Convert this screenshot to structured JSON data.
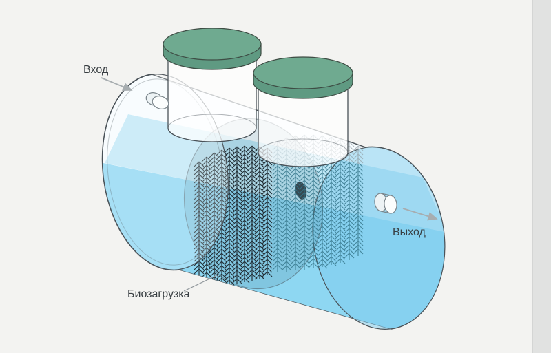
{
  "page": {
    "background": "#f3f3f1"
  },
  "diagram": {
    "type": "illustration",
    "subject": "septic-tank-with-bio-media",
    "labels": {
      "inlet": "Вход",
      "outlet": "Выход",
      "bio_media": "Биозагрузка"
    },
    "icons": [
      "inlet-arrow",
      "outlet-arrow",
      "leader-line"
    ],
    "colors": {
      "water": "#8ed7f2",
      "water_surface": "#bfe7f6",
      "tank_fill": "#f7fcfe",
      "outline": "#4a5258",
      "lid_top": "#6faa90",
      "lid_side": "#5f9a82",
      "brush_dark": "#1f2a30",
      "brush_teal": "#35758a",
      "brush_faded": "#93a0a6",
      "arrow": "#a7adb0",
      "label_text": "#383e42"
    }
  }
}
